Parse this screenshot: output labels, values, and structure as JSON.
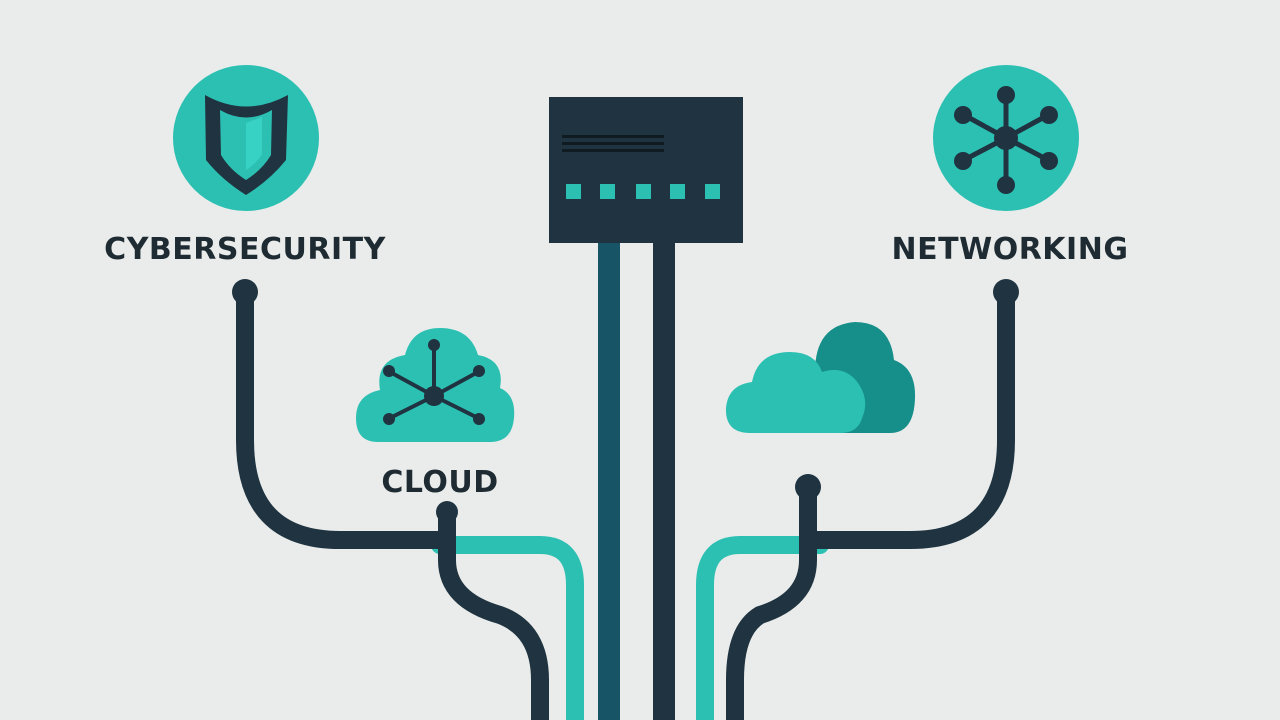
{
  "labels": {
    "cybersecurity": "CYBERSECURITY",
    "networking": "NETWORKING",
    "cloud": "CLOUD"
  },
  "icons": {
    "cybersecurity": "shield-icon",
    "networking": "network-hub-icon",
    "cloud_network": "cloud-network-icon",
    "cloud": "cloud-icon",
    "device": "server-device-icon"
  },
  "colors": {
    "background": "#e9ecea",
    "dark": "#1f3340",
    "teal": "#2cc0b3",
    "teal_dark": "#168f8a",
    "text": "#1f2b33"
  }
}
